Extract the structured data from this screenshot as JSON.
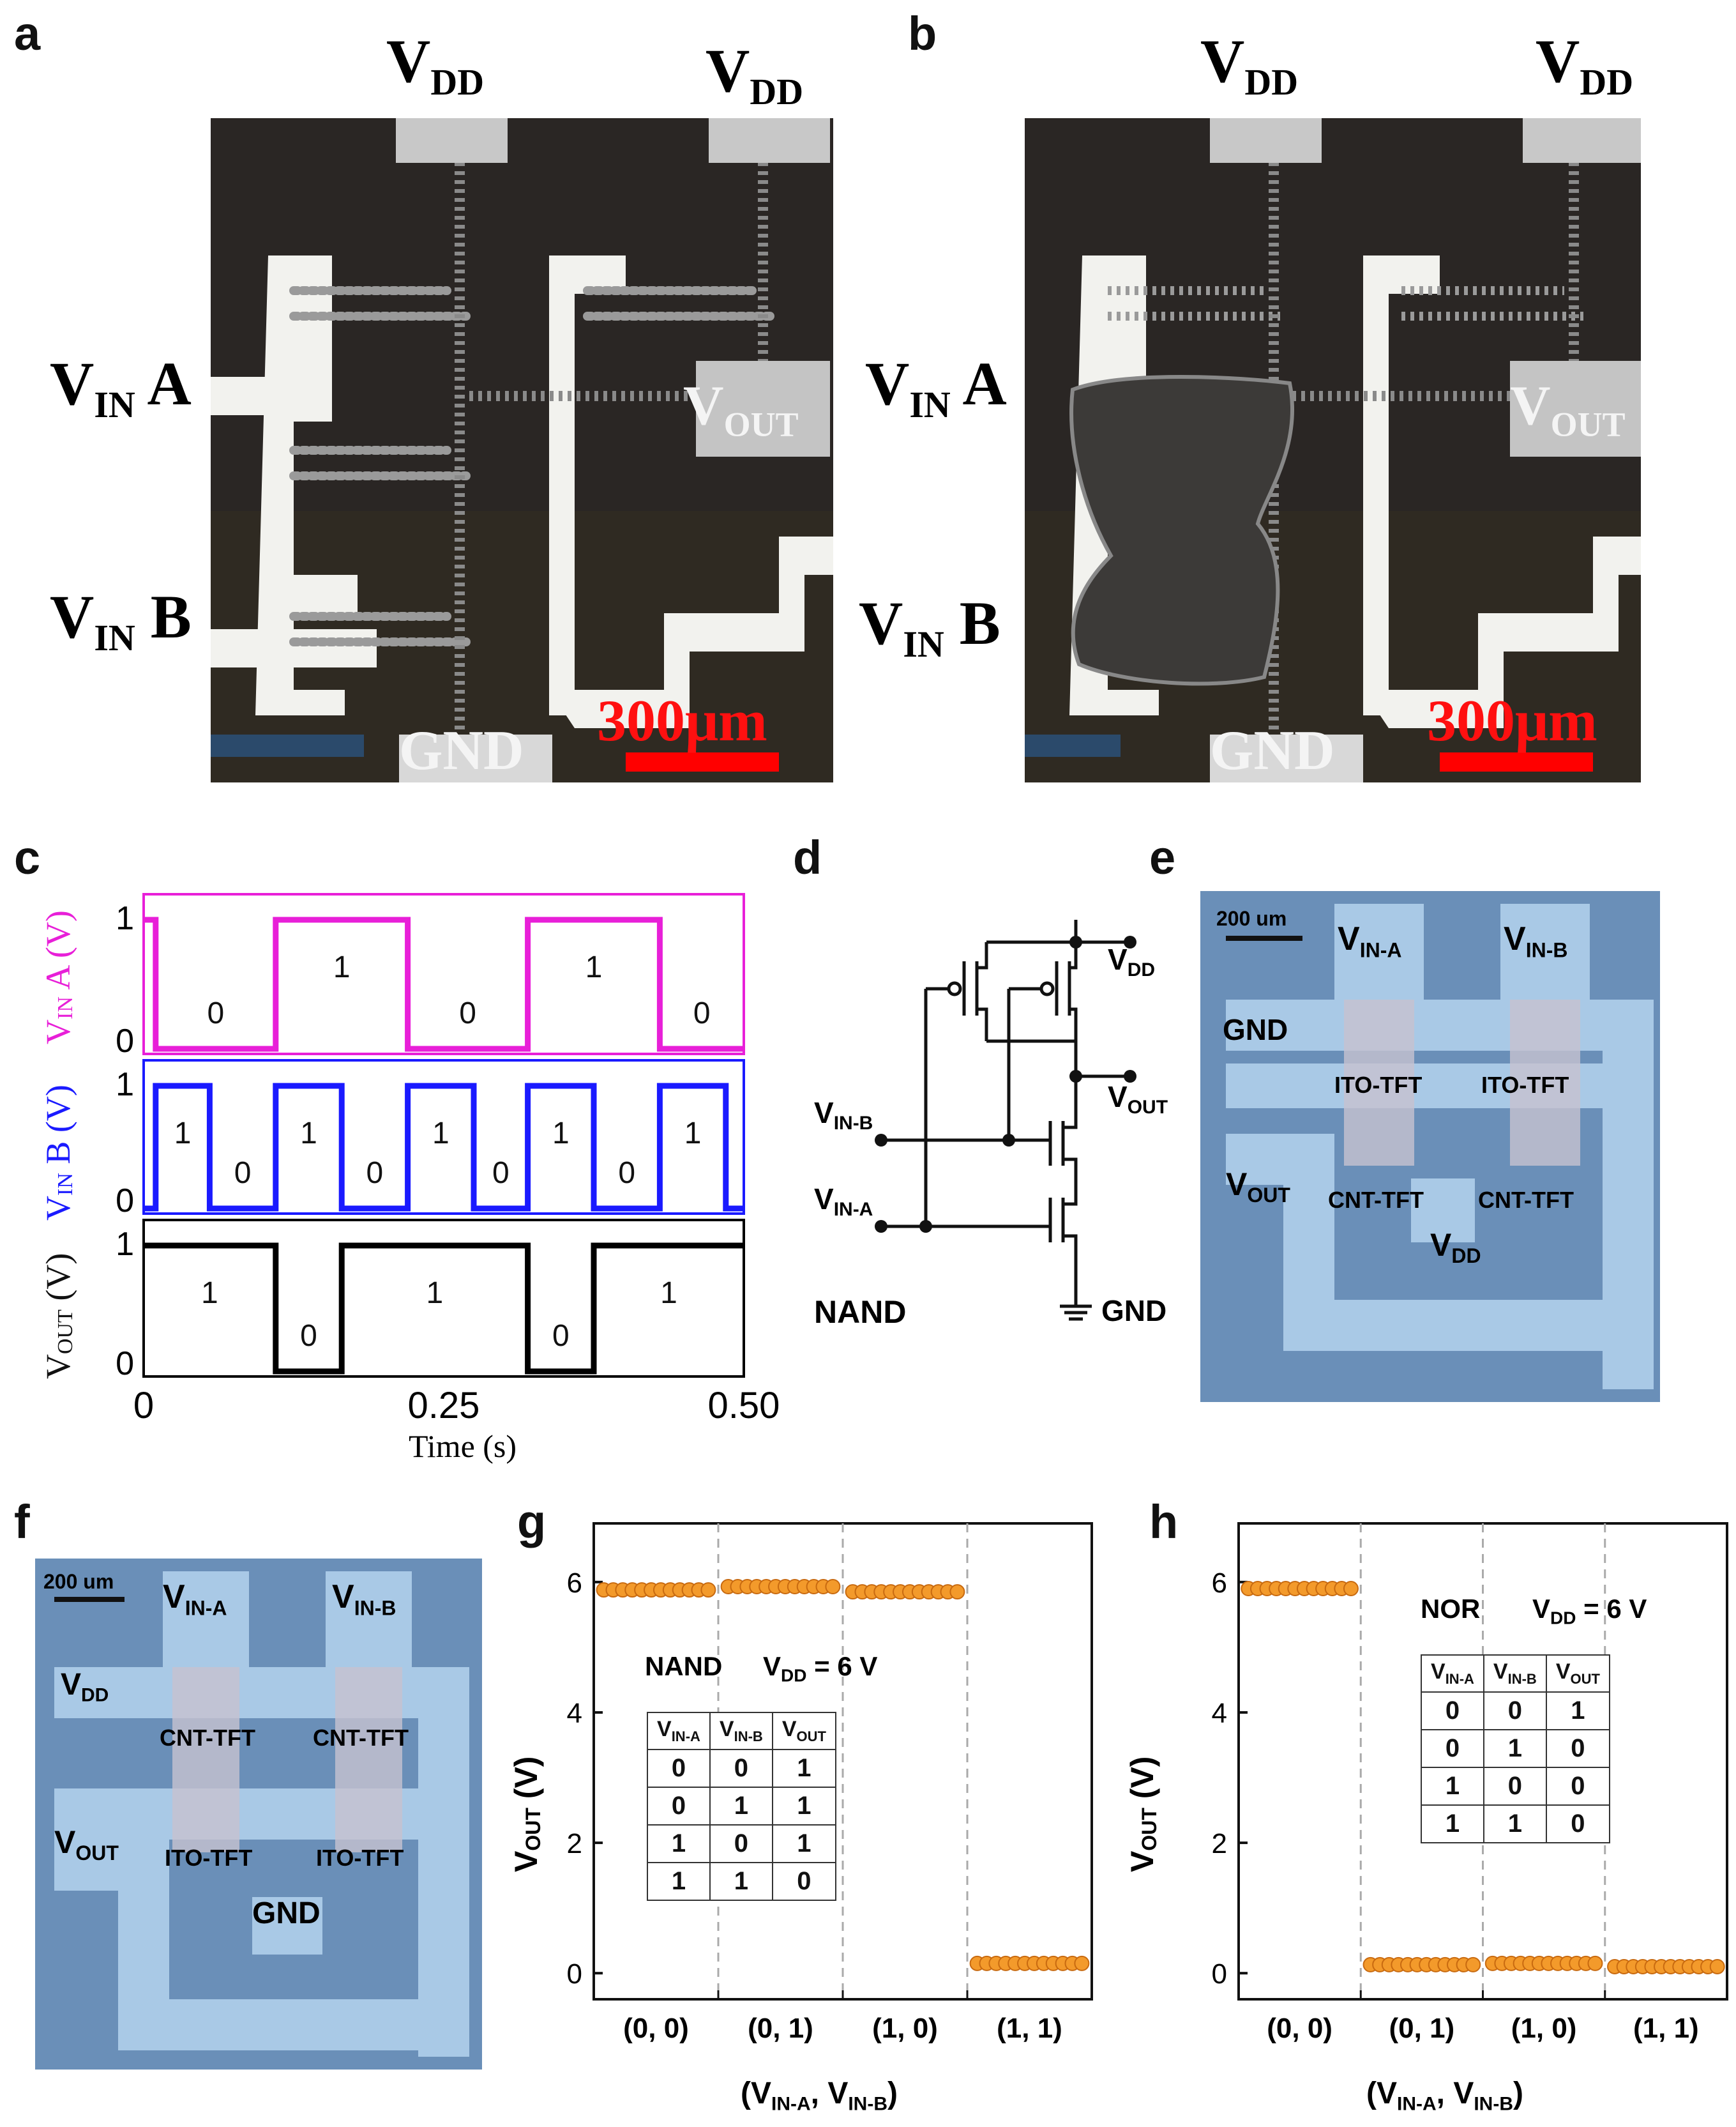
{
  "labels": {
    "a": "a",
    "b": "b",
    "c": "c",
    "d": "d",
    "e": "e",
    "f": "f",
    "g": "g",
    "h": "h"
  },
  "panel_a": {
    "vdd1": "V",
    "vdd1_sub": "DD",
    "vdd2": "V",
    "vdd2_sub": "DD",
    "vina": "V",
    "vina_sub": "IN",
    "vina_suffix": " A",
    "vinb": "V",
    "vinb_sub": "IN",
    "vinb_suffix": " B",
    "vout": "V",
    "vout_sub": "OUT",
    "gnd": "GND",
    "scale": "300μm"
  },
  "panel_b": {
    "vdd1": "V",
    "vdd1_sub": "DD",
    "vdd2": "V",
    "vdd2_sub": "DD",
    "vina": "V",
    "vina_sub": "IN",
    "vina_suffix": " A",
    "vinb": "V",
    "vinb_sub": "IN",
    "vinb_suffix": " B",
    "vout": "V",
    "vout_sub": "OUT",
    "gnd": "GND",
    "scale": "300μm"
  },
  "panel_c": {
    "xlabel": "Time (s)",
    "xticks": [
      "0",
      "0.25",
      "0.50"
    ],
    "ylabel_a": "V",
    "ylabel_a_sub": "IN",
    "ylabel_a_rest": " A (V)",
    "ylabel_b": "V",
    "ylabel_b_sub": "IN",
    "ylabel_b_rest": " B (V)",
    "ylabel_out": "V",
    "ylabel_out_sub": "OUT",
    "ylabel_out_rest": " (V)",
    "colors": {
      "a": "#e81fd8",
      "b": "#1a1aff",
      "out": "#000000"
    }
  },
  "panel_d": {
    "vdd": "V",
    "vdd_sub": "DD",
    "vout": "V",
    "vout_sub": "OUT",
    "vinb": "V",
    "vinb_sub": "IN-B",
    "vina": "V",
    "vina_sub": "IN-A",
    "gnd": "GND",
    "name": "NAND"
  },
  "panel_e": {
    "scale": "200 um",
    "vina": "V",
    "vina_sub": "IN-A",
    "vinb": "V",
    "vinb_sub": "IN-B",
    "gnd": "GND",
    "ito1": "ITO-TFT",
    "ito2": "ITO-TFT",
    "vout": "V",
    "vout_sub": "OUT",
    "cnt1": "CNT-TFT",
    "cnt2": "CNT-TFT",
    "vdd": "V",
    "vdd_sub": "DD"
  },
  "panel_f": {
    "scale": "200 um",
    "vina": "V",
    "vina_sub": "IN-A",
    "vinb": "V",
    "vinb_sub": "IN-B",
    "vdd": "V",
    "vdd_sub": "DD",
    "cnt1": "CNT-TFT",
    "cnt2": "CNT-TFT",
    "vout": "V",
    "vout_sub": "OUT",
    "ito1": "ITO-TFT",
    "ito2": "ITO-TFT",
    "gnd": "GND"
  },
  "chart_data": [
    {
      "type": "line",
      "panel": "c",
      "xlabel": "Time (s)",
      "xlim": [
        0,
        0.5
      ],
      "series": [
        {
          "name": "V_IN A",
          "color": "#e81fd8",
          "segments": [
            [
              0,
              0.01,
              1
            ],
            [
              0.01,
              0.11,
              0
            ],
            [
              0.11,
              0.22,
              1
            ],
            [
              0.22,
              0.32,
              0
            ],
            [
              0.32,
              0.43,
              1
            ],
            [
              0.43,
              0.5,
              0
            ]
          ],
          "annotations": [
            "0",
            "1",
            "0",
            "1",
            "0"
          ]
        },
        {
          "name": "V_IN B",
          "color": "#1a1aff",
          "segments": [
            [
              0,
              0.01,
              0
            ],
            [
              0.01,
              0.055,
              1
            ],
            [
              0.055,
              0.11,
              0
            ],
            [
              0.11,
              0.165,
              1
            ],
            [
              0.165,
              0.22,
              0
            ],
            [
              0.22,
              0.275,
              1
            ],
            [
              0.275,
              0.32,
              0
            ],
            [
              0.32,
              0.375,
              1
            ],
            [
              0.375,
              0.43,
              0
            ],
            [
              0.43,
              0.485,
              1
            ],
            [
              0.485,
              0.5,
              0
            ]
          ],
          "annotations": [
            "1",
            "0",
            "1",
            "0",
            "1",
            "0",
            "1",
            "0",
            "1"
          ]
        },
        {
          "name": "V_OUT",
          "color": "#000000",
          "segments": [
            [
              0,
              0.11,
              1
            ],
            [
              0.11,
              0.165,
              0
            ],
            [
              0.165,
              0.32,
              1
            ],
            [
              0.32,
              0.375,
              0
            ],
            [
              0.375,
              0.5,
              1
            ]
          ],
          "annotations": [
            "1",
            "0",
            "1",
            "0",
            "1"
          ]
        }
      ],
      "yticks": [
        "0",
        "1"
      ]
    },
    {
      "type": "scatter",
      "panel": "g",
      "title": "NAND",
      "subtitle_v": "V",
      "subtitle_sub": "DD",
      "subtitle_rest": " = 6 V",
      "ylabel": "V",
      "ylabel_sub": "OUT",
      "ylabel_rest": " (V)",
      "xlabel_open": "(V",
      "xlabel_sub1": "IN-A",
      "xlabel_mid": ", V",
      "xlabel_sub2": "IN-B",
      "xlabel_close": ")",
      "categories": [
        "(0, 0)",
        "(0, 1)",
        "(1, 0)",
        "(1, 1)"
      ],
      "ylim": [
        -0.4,
        6.9
      ],
      "yticks": [
        "0",
        "2",
        "4",
        "6"
      ],
      "values": [
        5.88,
        5.93,
        5.85,
        0.15
      ],
      "color": "#f39a2b",
      "table": {
        "headers": [
          [
            "V",
            "IN-A"
          ],
          [
            "V",
            "IN-B"
          ],
          [
            "V",
            "OUT"
          ]
        ],
        "rows": [
          [
            "0",
            "0",
            "1"
          ],
          [
            "0",
            "1",
            "1"
          ],
          [
            "1",
            "0",
            "1"
          ],
          [
            "1",
            "1",
            "0"
          ]
        ]
      }
    },
    {
      "type": "scatter",
      "panel": "h",
      "title": "NOR",
      "subtitle_v": "V",
      "subtitle_sub": "DD",
      "subtitle_rest": " = 6 V",
      "ylabel": "V",
      "ylabel_sub": "OUT",
      "ylabel_rest": " (V)",
      "xlabel_open": "(V",
      "xlabel_sub1": "IN-A",
      "xlabel_mid": ",  V",
      "xlabel_sub2": "IN-B",
      "xlabel_close": ")",
      "categories": [
        "(0, 0)",
        "(0, 1)",
        "(1, 0)",
        "(1, 1)"
      ],
      "ylim": [
        -0.4,
        6.9
      ],
      "yticks": [
        "0",
        "2",
        "4",
        "6"
      ],
      "values": [
        5.9,
        0.13,
        0.15,
        0.1
      ],
      "color": "#f39a2b",
      "table": {
        "headers": [
          [
            "V",
            "IN-A"
          ],
          [
            "V",
            "IN-B"
          ],
          [
            "V",
            "OUT"
          ]
        ],
        "rows": [
          [
            "0",
            "0",
            "1"
          ],
          [
            "0",
            "1",
            "0"
          ],
          [
            "1",
            "0",
            "0"
          ],
          [
            "1",
            "1",
            "0"
          ]
        ]
      }
    }
  ]
}
